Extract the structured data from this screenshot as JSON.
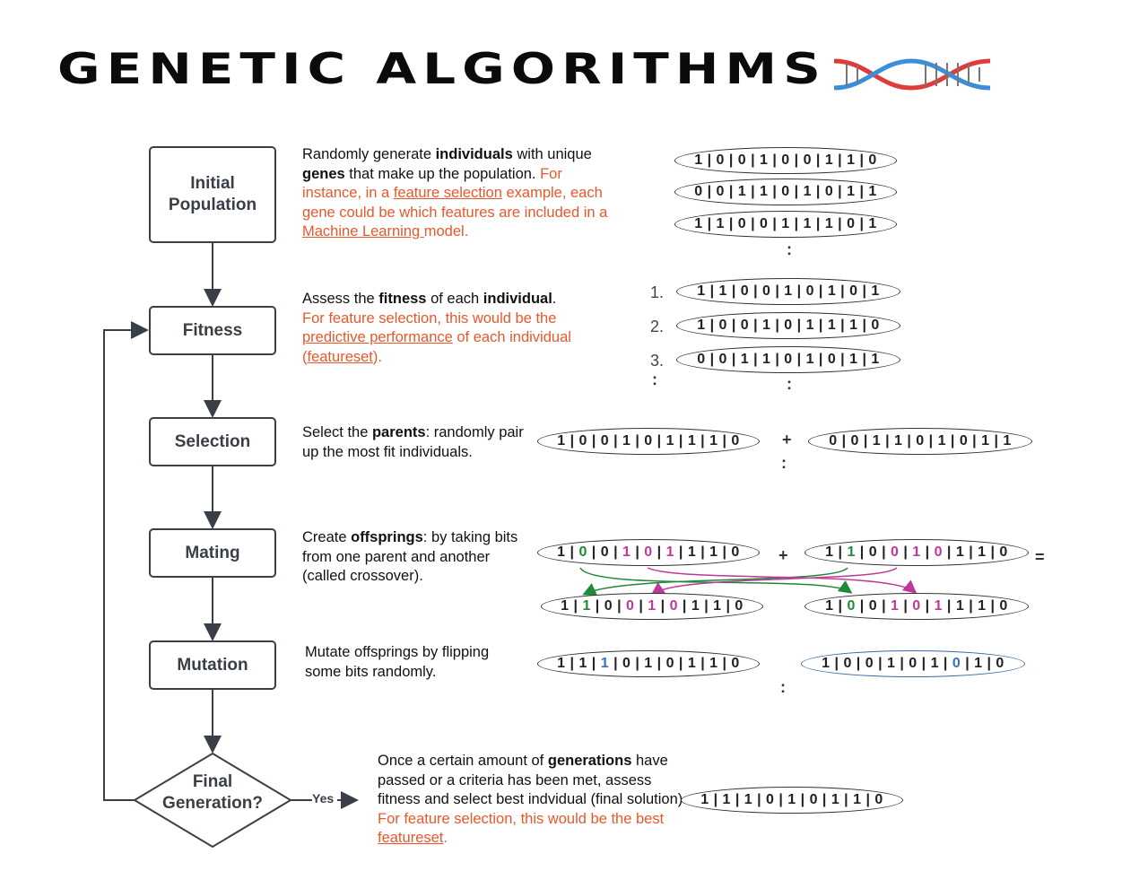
{
  "title": "GENETIC ALGORITHMS",
  "colors": {
    "box_stroke": "#3a3f47",
    "highlight": "#e8582a",
    "crossover_a": "#1f8a3a",
    "crossover_b": "#c0399a",
    "mutation": "#3a70b8"
  },
  "steps": {
    "initial": {
      "line1": "Initial",
      "line2": "Population"
    },
    "fitness": "Fitness",
    "selection": "Selection",
    "mating": "Mating",
    "mutation": "Mutation",
    "final": {
      "line1": "Final",
      "line2": "Generation?"
    },
    "yes_label": "Yes"
  },
  "descriptions": {
    "initial": [
      "Randomly generate ",
      "individuals",
      " with unique ",
      "genes",
      " that make up the population. ",
      "For instance, in a ",
      "feature selection",
      " example, each gene could be which features are included in a ",
      "Machine Learning ",
      "model."
    ],
    "fitness": [
      "Assess the ",
      "fitness",
      " of each ",
      "individual",
      ".",
      "For feature selection, this would be the ",
      "predictive performance",
      " of each individual (",
      "featureset",
      ")."
    ],
    "selection": [
      "Select the ",
      "parents",
      ": randomly pair up the most fit individuals."
    ],
    "mating": [
      "Create ",
      "offsprings",
      ": by taking bits from one parent and another (called crossover)."
    ],
    "mutation": "Mutate offsprings by flipping some bits randomly.",
    "final": [
      "Once a certain amount of ",
      "generations",
      " have passed or a criteria has been met, assess fitness and select best indvidual (final solution). ",
      "For feature selection, this would be the best ",
      "featureset",
      "."
    ]
  },
  "population": [
    "1 | 0 | 0 | 1 | 0 | 0 | 1 | 1 | 0",
    "0 | 0 | 1 | 1 | 0 | 1 | 0 | 1 | 1",
    "1 | 1 | 0 | 0 | 1 | 1 | 1 | 0 | 1"
  ],
  "ranked": {
    "ranks": [
      "1.",
      "2.",
      "3."
    ],
    "individuals": [
      "1 | 1 | 0 | 0 | 1 | 0 | 1 | 0 | 1",
      "1 | 0 | 0 | 1 | 0 | 1 | 1 | 1 | 0",
      "0 | 0 | 1 | 1 | 0 | 1 | 0 | 1 | 1"
    ]
  },
  "selection_pair": [
    "1 | 0 | 0 | 1 | 0 | 1 | 1 | 1 | 0",
    "0 | 0 | 1 | 1 | 0 | 1 | 0 | 1 | 1"
  ],
  "mating": {
    "parent_a": [
      "1",
      "0",
      "0",
      "1",
      "0",
      "1",
      "1",
      "1",
      "0"
    ],
    "parent_b": [
      "1",
      "1",
      "0",
      "0",
      "1",
      "0",
      "1",
      "1",
      "0"
    ],
    "child_a": [
      "1",
      "1",
      "0",
      "0",
      "1",
      "0",
      "1",
      "1",
      "0"
    ],
    "child_b": [
      "1",
      "0",
      "0",
      "1",
      "0",
      "1",
      "1",
      "1",
      "0"
    ]
  },
  "mutation": {
    "offspring_a": [
      "1",
      "1",
      "1",
      "0",
      "1",
      "0",
      "1",
      "1",
      "0"
    ],
    "offspring_b": [
      "1",
      "0",
      "0",
      "1",
      "0",
      "1",
      "0",
      "1",
      "0"
    ]
  },
  "final_solution": "1 | 1 | 1 | 0 | 1 | 0 | 1 | 1 | 0",
  "symbols": {
    "plus": "+",
    "equals": "=",
    "ellipsis": ":"
  }
}
